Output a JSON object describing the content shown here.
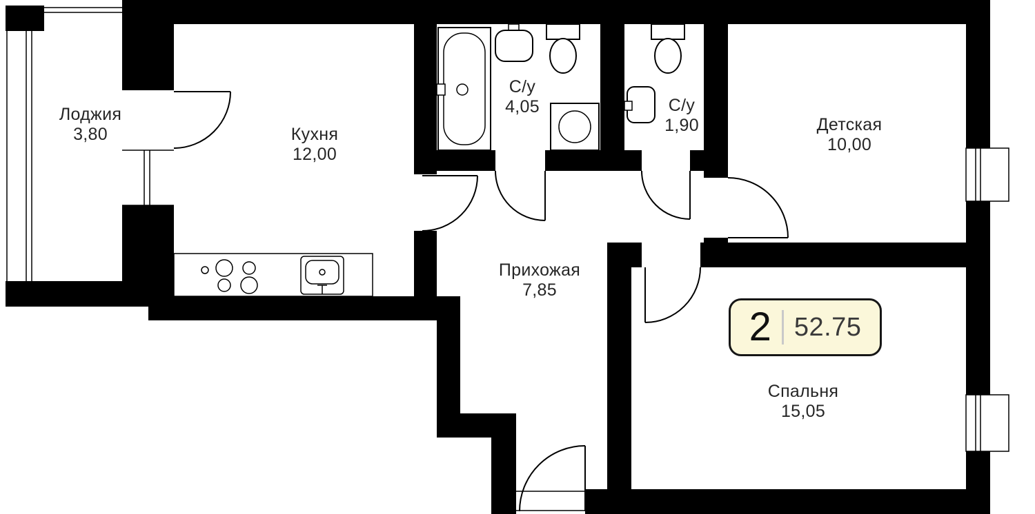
{
  "badge": {
    "rooms": "2",
    "area": "52.75"
  },
  "rooms": [
    {
      "name": "Лоджия",
      "area": "3,80"
    },
    {
      "name": "Кухня",
      "area": "12,00"
    },
    {
      "name": "С/у",
      "area": "4,05"
    },
    {
      "name": "С/у",
      "area": "1,90"
    },
    {
      "name": "Детская",
      "area": "10,00"
    },
    {
      "name": "Прихожая",
      "area": "7,85"
    },
    {
      "name": "Спальня",
      "area": "15,05"
    }
  ],
  "fixtures": [
    "bathtub",
    "sink",
    "toilet",
    "washing-machine",
    "stove",
    "kitchen-sink",
    "kitchen-counter"
  ],
  "colors": {
    "wall": "#000000",
    "background": "#ffffff",
    "text": "#262626",
    "badge_bg": "#fbf7da",
    "badge_border": "#161616",
    "badge_divider": "#c9c9c9",
    "badge_area_text": "#3a3a3a"
  }
}
